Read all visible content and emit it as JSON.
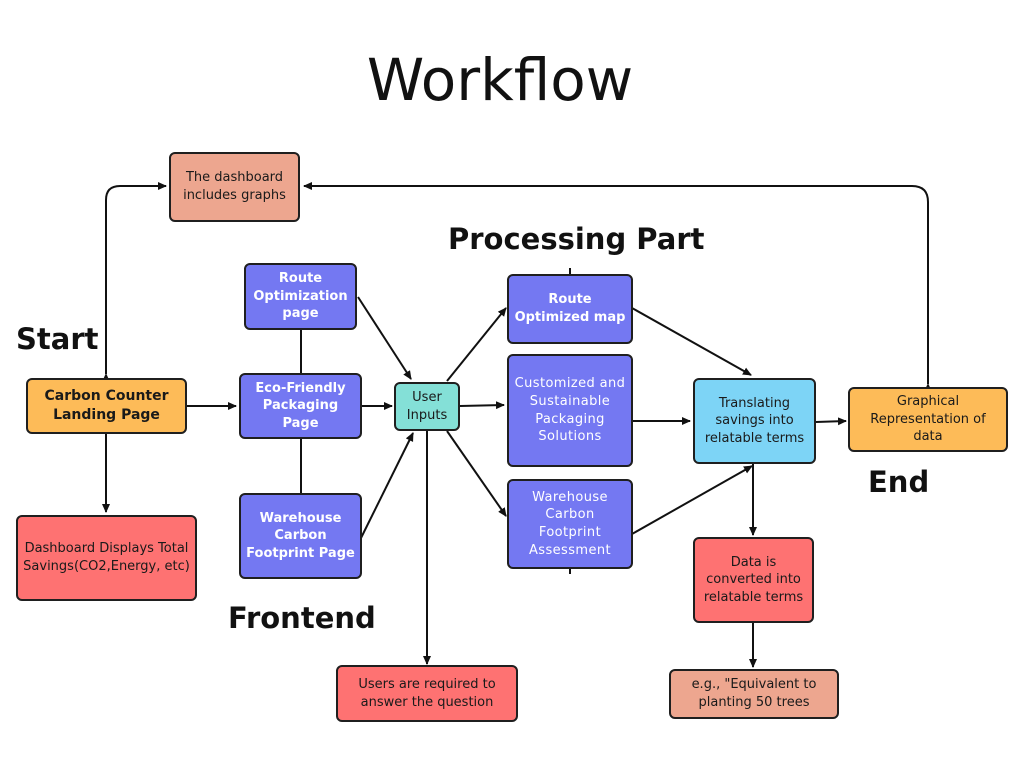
{
  "title": "Workflow",
  "labels": {
    "start": "Start",
    "end": "End",
    "frontend": "Frontend",
    "processing": "Processing Part"
  },
  "nodes": {
    "landing": "Carbon Counter Landing Page",
    "dashboard_graphs": "The dashboard includes graphs",
    "dashboard_displays": "Dashboard Displays Total Savings(CO2,Energy, etc)",
    "route_page": "Route Optimization page",
    "eco_page": "Eco-Friendly Packaging Page",
    "warehouse_page": "Warehouse Carbon Footprint Page",
    "user_inputs": "User Inputs",
    "users_required": "Users are required to answer the question",
    "route_map": "Route Optimized map",
    "custom_packaging": "Customized and Sustainable Packaging Solutions",
    "warehouse_assessment": "Warehouse Carbon Footprint Assessment",
    "translating": "Translating savings into relatable terms",
    "graphical": "Graphical Representation of data",
    "converted": "Data is converted into relatable terms",
    "equivalent": "e.g., \"Equivalent to planting 50 trees"
  },
  "colors": {
    "orange": "#fdbb58",
    "salmon": "#eda68f",
    "red": "#fe7272",
    "purple": "#7478f2",
    "teal": "#84e0d7",
    "blue": "#7dd4f6",
    "stroke": "#1f1f1f"
  }
}
